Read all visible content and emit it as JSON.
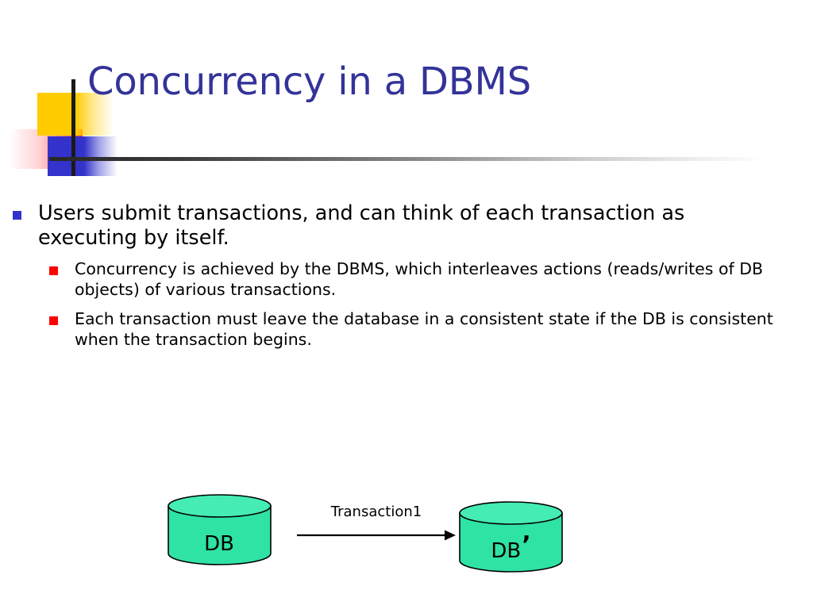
{
  "slide": {
    "title": "Concurrency in a DBMS",
    "title_color": "#333399"
  },
  "bullets": [
    {
      "level": 1,
      "bullet_color": "#3333cc",
      "text": "Users submit transactions, and can think of each transaction as executing by itself."
    },
    {
      "level": 2,
      "bullet_color": "#ff0000",
      "text": "Concurrency is achieved by the DBMS, which interleaves actions (reads/writes of DB objects) of various transactions."
    },
    {
      "level": 2,
      "bullet_color": "#ff0000",
      "text": "Each transaction must leave the database in a consistent state if the DB is consistent when the transaction begins."
    }
  ],
  "diagram": {
    "source_db": {
      "label": "DB",
      "prime": "",
      "fill": "#2fe3a4",
      "top_fill": "#45ecb3",
      "stroke": "#000000"
    },
    "target_db": {
      "label": "DB",
      "prime": "’",
      "fill": "#2fe3a4",
      "top_fill": "#45ecb3",
      "stroke": "#000000"
    },
    "arrow_label": "Transaction1",
    "arrow_color": "#000000"
  },
  "decoration": {
    "yellow": "#ffcc00",
    "blue": "#3333cc",
    "red": "#ff3b30",
    "bar": "#1a1a1a"
  }
}
